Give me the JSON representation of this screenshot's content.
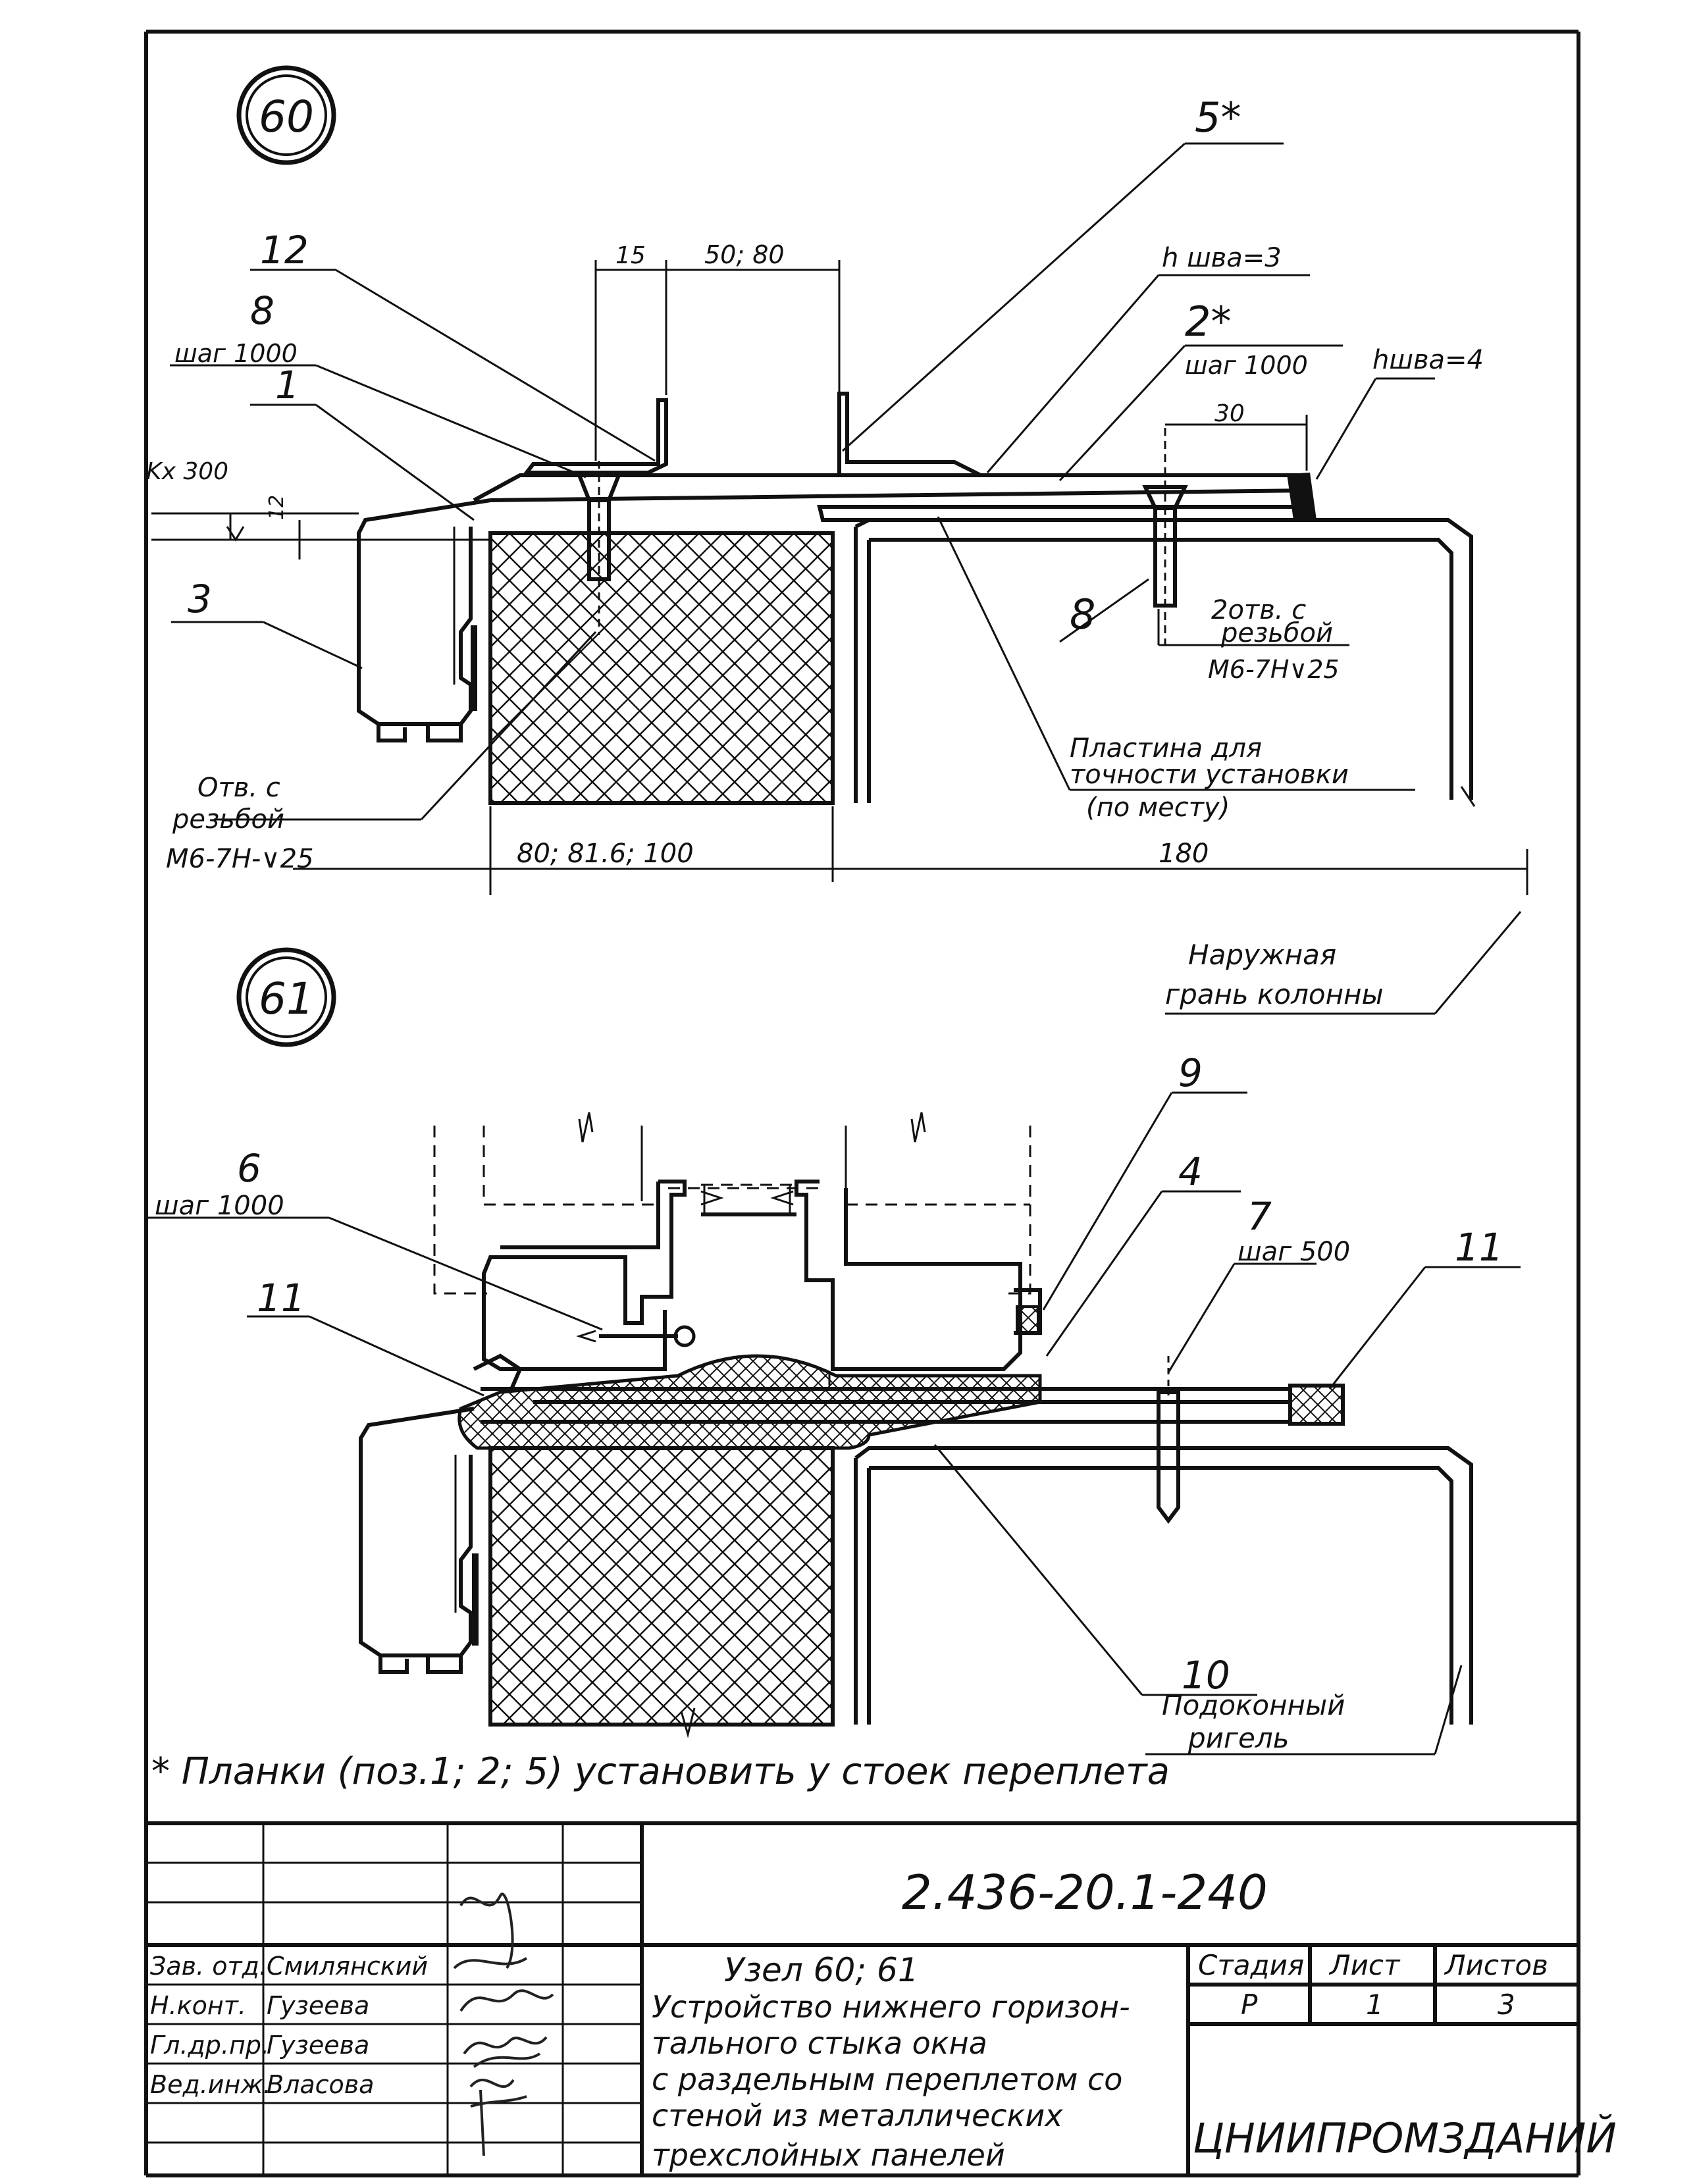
{
  "node_60": {
    "badge": "60",
    "labels": {
      "p12": "12",
      "p8_top": "8",
      "p8_top_step": "шаг 1000",
      "p1": "1",
      "k": "Kx 300",
      "h12": "12",
      "p3": "3",
      "hole_left_1": "Отв. с",
      "hole_left_2": "резьбой",
      "hole_left_3": "М6-7Н-∨25",
      "dim_15": "15",
      "dim_50_80": "50; 80",
      "p5": "5*",
      "h_weld_3": "h шва=3",
      "p2": "2*",
      "p2_step": "шаг 1000",
      "h_weld_4": "hшва=4",
      "dim_30": "30",
      "p8_right": "8",
      "hole_right_1": "2отв. с",
      "hole_right_2": "резьбой",
      "hole_right_3": "М6-7Н∨25",
      "plate_1": "Пластина для",
      "plate_2": "точности установки",
      "plate_3": "(по месту)",
      "dim_80": "80; 81.6; 100",
      "dim_180": "180",
      "column_1": "Наружная",
      "column_2": "грань колонны"
    }
  },
  "node_61": {
    "badge": "61",
    "labels": {
      "p6": "6",
      "p6_step": "шаг 1000",
      "p11_left": "11",
      "p9": "9",
      "p4": "4",
      "p7": "7",
      "p7_step": "шаг 500",
      "p11_right": "11",
      "p10": "10",
      "sill_1": "Подоконный",
      "sill_2": "ригель"
    }
  },
  "footnote": "* Планки (поз.1; 2; 5) установить у стоек переплета",
  "title_block": {
    "doc_code": "2.436-20.1-240",
    "title_line1": "Узел 60; 61",
    "title_line2": "Устройство нижнего горизон-",
    "title_line3": "тального стыка окна",
    "title_line4": "с раздельным переплетом со",
    "title_line5": "стеной из металлических",
    "title_line6": "трехслойных панелей",
    "stage_header": "Стадия",
    "sheet_header": "Лист",
    "sheets_header": "Листов",
    "stage": "Р",
    "sheet": "1",
    "sheets": "3",
    "organization": "ЦНИИПРОМЗДАНИЙ",
    "roles": [
      {
        "role": "Зав. отд.",
        "name": "Смилянский"
      },
      {
        "role": "Н.конт.",
        "name": "Гузеева"
      },
      {
        "role": "Гл.др.пр.",
        "name": "Гузеева"
      },
      {
        "role": "Вед.инж.",
        "name": "Власова"
      }
    ]
  }
}
